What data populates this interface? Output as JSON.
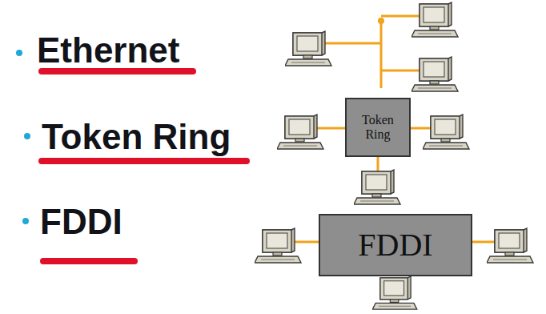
{
  "diagram": {
    "nodes": [
      {
        "text": [
          "Token Ring"
        ]
      },
      {
        "text": [
          "FDDI"
        ]
      }
    ],
    "labels": [
      "Ethernet",
      "Token Ring",
      "FDDI"
    ]
  }
}
